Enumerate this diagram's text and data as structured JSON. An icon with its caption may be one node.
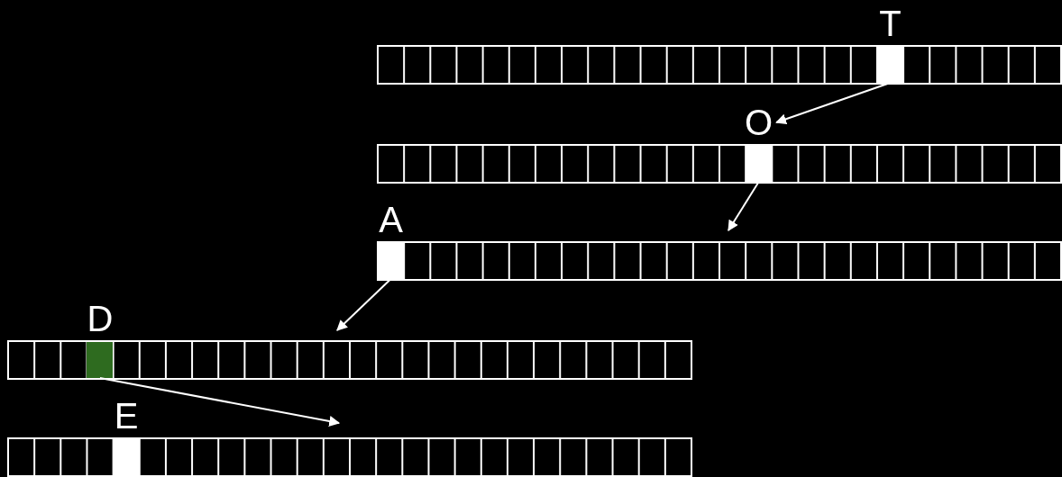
{
  "diagram": {
    "nodes": [
      {
        "text": [],
        "shape": "bar"
      },
      {
        "text": [
          "T"
        ],
        "in": 0
      },
      {
        "text": [],
        "shape": "bar"
      },
      {
        "text": [
          "O"
        ],
        "in": 2
      },
      {
        "text": [],
        "shape": "bar"
      },
      {
        "text": [
          "A"
        ],
        "in": 4
      },
      {
        "text": [],
        "shape": "bar"
      },
      {
        "text": [
          "D"
        ],
        "in": 6
      },
      {
        "text": [],
        "shape": "bar"
      },
      {
        "text": [
          "E"
        ],
        "in": 8
      }
    ],
    "edges": [
      {
        "from": 1,
        "to": 3,
        "arrow": "to"
      },
      {
        "from": 3,
        "to": 4,
        "arrow": "to"
      },
      {
        "from": 5,
        "to": 6,
        "arrow": "to"
      },
      {
        "from": 7,
        "to": 8,
        "arrow": "to"
      }
    ]
  }
}
